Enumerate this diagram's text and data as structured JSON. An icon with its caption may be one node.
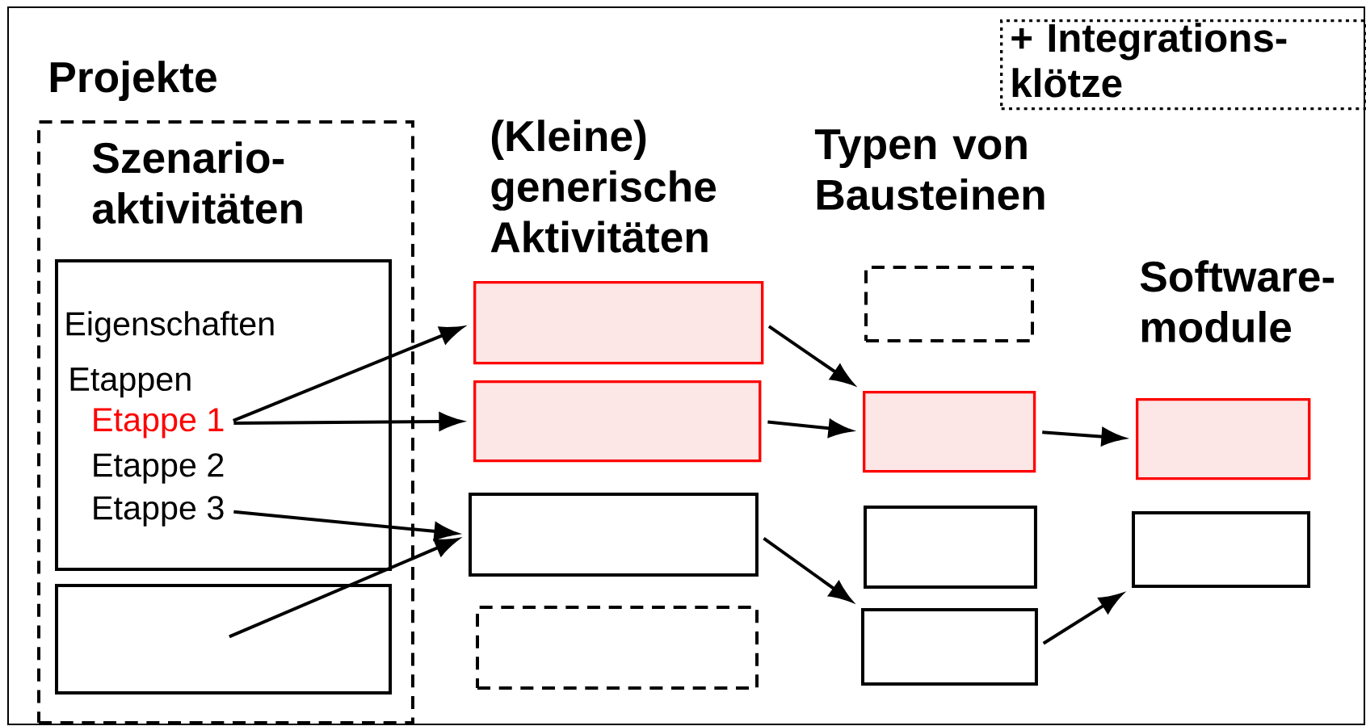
{
  "diagram": {
    "nodes": [
      {
        "text": [
          "Projekte",
          "Szenario- aktivitäten"
        ]
      },
      {
        "text": [
          "Eigenschaften",
          "Etappen"
        ],
        "in": 0
      },
      {
        "text": [
          "Etappe 1"
        ],
        "in": 1
      },
      {
        "text": [
          "Etappe 2"
        ],
        "in": 1
      },
      {
        "text": [
          "Etappe 3"
        ],
        "in": 1
      },
      {
        "text": [],
        "shape": "box",
        "in": 0
      },
      {
        "text": [],
        "shape": "box"
      },
      {
        "text": [],
        "shape": "box"
      },
      {
        "text": [],
        "shape": "box"
      },
      {
        "text": [],
        "shape": "box"
      },
      {
        "text": [],
        "shape": "box"
      },
      {
        "text": [],
        "shape": "box"
      },
      {
        "text": [],
        "shape": "box"
      },
      {
        "text": [],
        "shape": "box"
      },
      {
        "text": [],
        "shape": "box"
      },
      {
        "text": [],
        "shape": "box"
      },
      {
        "text": [
          "+ Integrations- klötze"
        ]
      }
    ],
    "edges": [
      {
        "from": 2,
        "to": 6,
        "arrow": "to"
      },
      {
        "from": 2,
        "to": 7,
        "arrow": "to"
      },
      {
        "from": 4,
        "to": 8,
        "arrow": "to"
      },
      {
        "from": 5,
        "to": 8,
        "arrow": "to"
      },
      {
        "from": 6,
        "to": 11,
        "arrow": "to"
      },
      {
        "from": 7,
        "to": 11,
        "arrow": "to"
      },
      {
        "from": 11,
        "to": 14,
        "arrow": "to"
      },
      {
        "from": 8,
        "to": 13,
        "arrow": "to"
      },
      {
        "from": 13,
        "to": 15,
        "arrow": "to"
      }
    ],
    "labels": [
      "(Kleine) generische Aktivitäten",
      "Typen von Bausteinen",
      "Software- module"
    ]
  }
}
